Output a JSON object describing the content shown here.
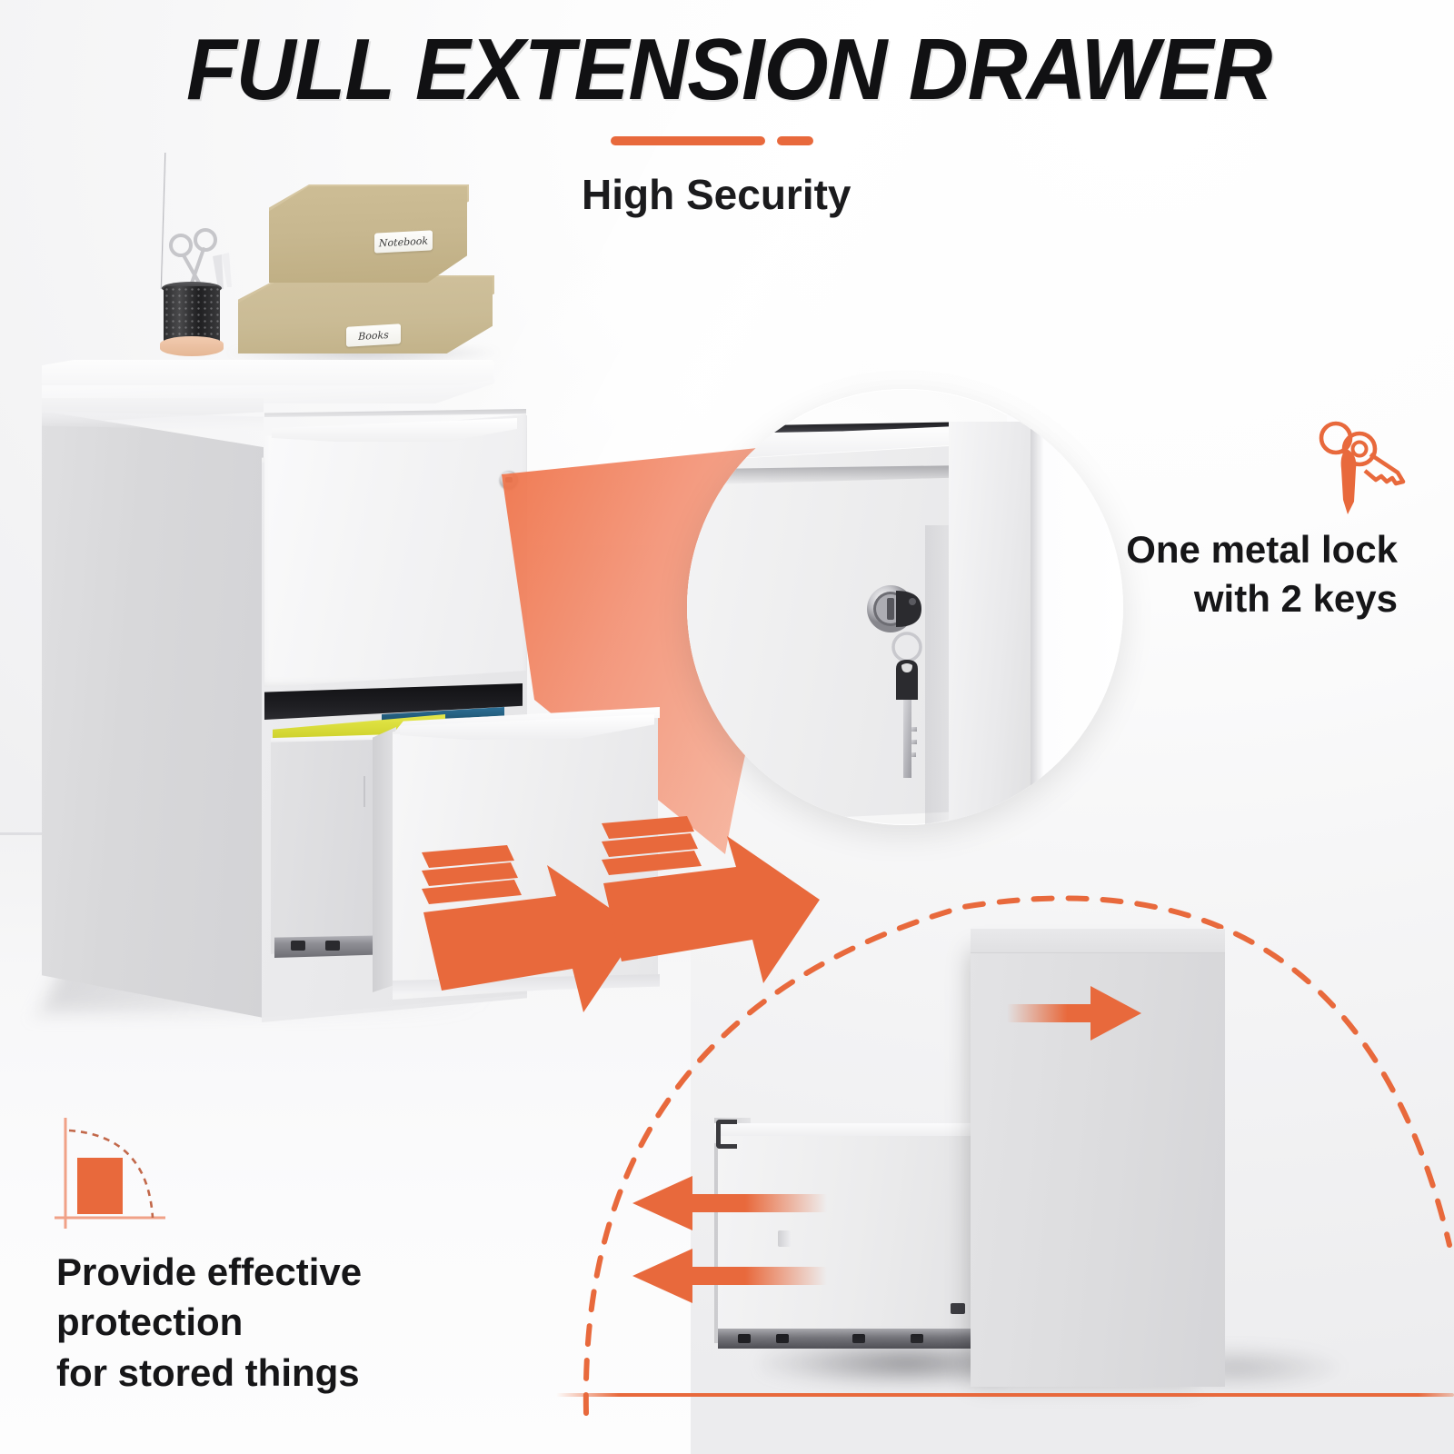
{
  "meta": {
    "accent_orange": "#e8693c",
    "accent_orange_light": "#f0a187",
    "text_dark": "#161618",
    "background": "#f4f4f5"
  },
  "header": {
    "title": "FULL EXTENSION DRAWER",
    "subtitle": "High Security",
    "divider": {
      "long": "",
      "short": ""
    }
  },
  "features": {
    "lock": {
      "icon": "keys-icon",
      "line1": "One metal lock",
      "line2": "with 2 keys"
    },
    "protection": {
      "icon": "protection-arc-icon",
      "line1": "Provide effective",
      "line2": "protection",
      "line3": "for stored things"
    }
  },
  "product": {
    "name": "two-drawer-file-cabinet",
    "drawers": [
      {
        "label": "top-drawer-locked",
        "state": "closed"
      },
      {
        "label": "bottom-drawer-open",
        "state": "fully-extended"
      }
    ],
    "lock_icon": "cylinder-lock-icon",
    "desk_items": [
      {
        "name": "storage-box-notebook",
        "label": "Notebook"
      },
      {
        "name": "storage-box-books",
        "label": "Books"
      },
      {
        "name": "pen-holder",
        "label": ""
      },
      {
        "name": "scissors",
        "label": ""
      }
    ]
  },
  "magnifier": {
    "name": "lock-closeup-magnifier",
    "contents": "metal lock cylinder with two keys on ring"
  },
  "schematic": {
    "name": "full-extension-slide-diagram",
    "arrows": [
      {
        "name": "arrow-right-push",
        "direction": "right"
      },
      {
        "name": "arrow-left-extend-1",
        "direction": "left"
      },
      {
        "name": "arrow-left-extend-2",
        "direction": "left"
      }
    ]
  },
  "drawer_arrows": [
    {
      "name": "drawer-pull-arrow-1",
      "direction": "down-right"
    },
    {
      "name": "drawer-pull-arrow-2",
      "direction": "down-right"
    }
  ]
}
